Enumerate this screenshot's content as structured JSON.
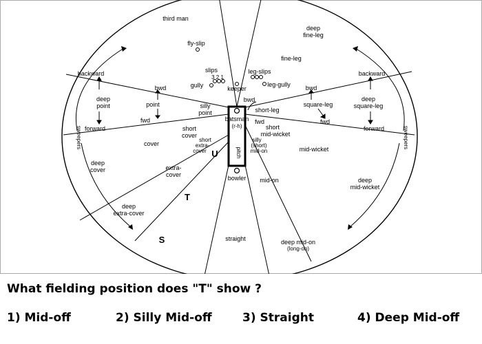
{
  "diagram": {
    "labels": {
      "third_man": "third man",
      "deep_fine_leg_1": "deep",
      "deep_fine_leg_2": "fine-leg",
      "fly_slip": "fly-slip",
      "fine_leg": "fine-leg",
      "slips": "slips",
      "slip_nums": "3 2 1",
      "leg_slips": "leg-slips",
      "gully": "gully",
      "leg_gully": "leg-gully",
      "keeper": "keeper",
      "backward_left": "backward",
      "backward_right": "backward",
      "bwd_point": "bwd",
      "point": "point",
      "fwd_point": "fwd",
      "deep_point_1": "deep",
      "deep_point_2": "point",
      "forward_left": "forward",
      "silly_point_1": "silly",
      "silly_point_2": "point",
      "bwd_keeper": "bwd",
      "short_leg": "short-leg",
      "bwd_square": "bwd",
      "square_leg": "square-leg",
      "fwd_square": "fwd",
      "deep_sq_1": "deep",
      "deep_sq_2": "square-leg",
      "forward_right": "forward",
      "batsman": "batsman",
      "rh": "(r-h)",
      "fwd_batsman": "fwd",
      "short_mw_1": "short",
      "short_mw_2": "mid-wicket",
      "short_cover_1": "short",
      "short_cover_2": "cover",
      "short_extra_1": "short",
      "short_extra_2": "extra-",
      "short_extra_3": "cover",
      "cover": "cover",
      "pitch": "pitch",
      "silly_1": "silly",
      "silly_2": "(short)",
      "silly_3": "mid-on",
      "mid_wicket": "mid-wicket",
      "deep_cover_1": "deep",
      "deep_cover_2": "cover",
      "extra_cover_1": "extra-",
      "extra_cover_2": "cover",
      "bowler": "bowler",
      "mid_on": "mid-on",
      "deep_mw_1": "deep",
      "deep_mw_2": "mid-wicket",
      "deep_extra_1": "deep",
      "deep_extra_2": "extra-cover",
      "straight": "straight",
      "deep_mid_on_1": "deep mid-on",
      "deep_mid_on_2": "(long-on)",
      "sweepers_left": "sweepers",
      "sweepers_right": "sweepers"
    },
    "markers": {
      "u": "U",
      "t": "T",
      "s": "S"
    }
  },
  "question": "What fielding position does \"T\" show ?",
  "options": [
    "1) Mid-off",
    "2) Silly Mid-off",
    "3) Straight",
    "4) Deep Mid-off"
  ]
}
